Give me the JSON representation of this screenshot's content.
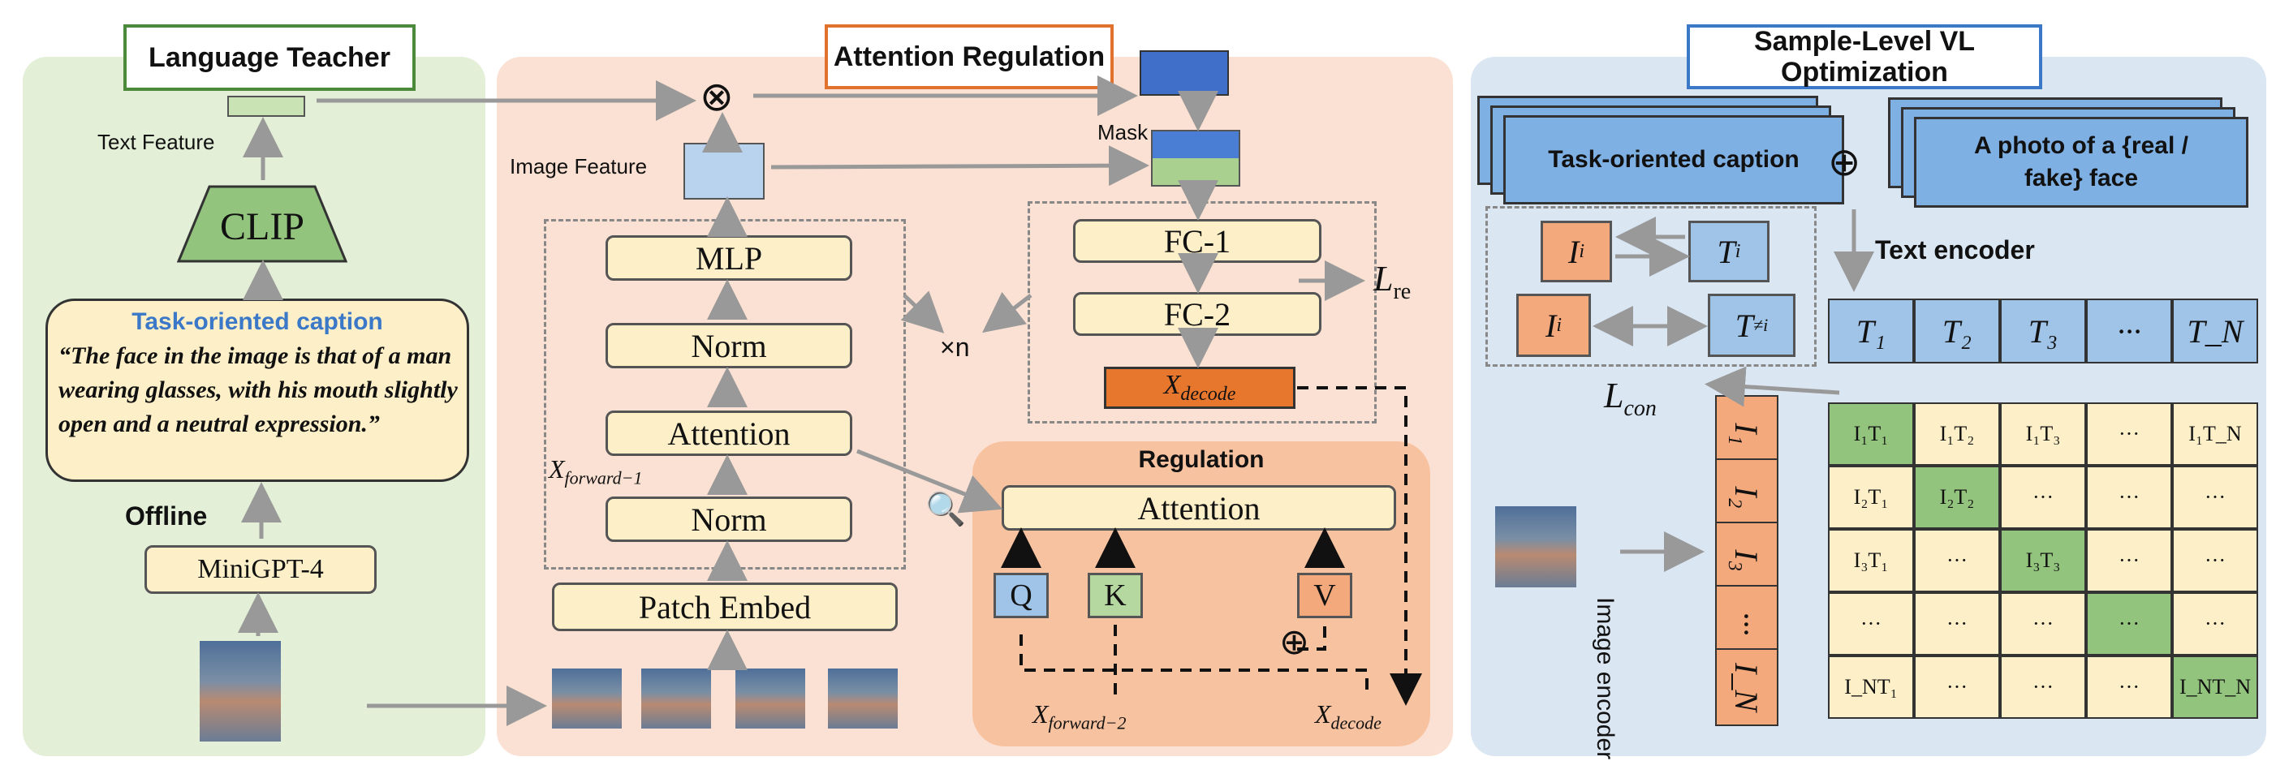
{
  "teacher": {
    "title": "Language Teacher",
    "text_feature": "Text Feature",
    "clip": "CLIP",
    "caption_title": "Task-oriented caption",
    "caption_text": "“The face in the image is that of a man wearing glasses, with his mouth slightly open and a neutral expression.”",
    "offline": "Offline",
    "minigpt": "MiniGPT-4"
  },
  "attention": {
    "title": "Attention Regulation",
    "image_feature": "Image Feature",
    "mask": "Mask",
    "mlp": "MLP",
    "norm1": "Norm",
    "attention": "Attention",
    "norm2": "Norm",
    "patch_embed": "Patch Embed",
    "times_n": "×n",
    "x_forward_1": "X",
    "x_forward_1_sub": "forward−1",
    "fc1": "FC-1",
    "fc2": "FC-2",
    "l_re": "L",
    "l_re_sub": "re",
    "x_decode": "X",
    "x_decode_sub": "decode",
    "regulation_title": "Regulation",
    "reg_attention": "Attention",
    "q": "Q",
    "k": "K",
    "v": "V",
    "x_forward_2": "X",
    "x_forward_2_sub": "forward−2",
    "x_decode2": "X",
    "x_decode2_sub": "decode"
  },
  "vl": {
    "title": "Sample-Level VL Optimization",
    "task_caption": "Task-oriented caption",
    "photo_prompt": "A photo of a {real / fake} face",
    "text_encoder": "Text encoder",
    "image_encoder": "Image encoder",
    "l_con": "L",
    "l_con_sub": "con",
    "pair1_i": "I",
    "pair1_i_sub": "i",
    "pair1_t": "T",
    "pair1_t_sub": "i",
    "pair2_i": "I",
    "pair2_i_sub": "i",
    "pair2_t": "T",
    "pair2_t_sub": "≠i",
    "text_tokens": [
      "T₁",
      "T₂",
      "T₃",
      "···",
      "T_N"
    ],
    "image_tokens": [
      "I₁",
      "I₂",
      "I₃",
      "···",
      "I_N"
    ],
    "matrix": [
      [
        "I₁T₁",
        "I₁T₂",
        "I₁T₃",
        "···",
        "I₁T_N"
      ],
      [
        "I₂T₁",
        "I₂T₂",
        "···",
        "···",
        "···"
      ],
      [
        "I₃T₁",
        "···",
        "I₃T₃",
        "···",
        "···"
      ],
      [
        "···",
        "···",
        "···",
        "···",
        "···"
      ],
      [
        "I_NT₁",
        "···",
        "···",
        "···",
        "I_NT_N"
      ]
    ],
    "colors": {
      "diag": "#92c47d",
      "cell": "#fdf0c8",
      "token": "#9fc4e8",
      "img_token": "#f4a97c"
    }
  }
}
